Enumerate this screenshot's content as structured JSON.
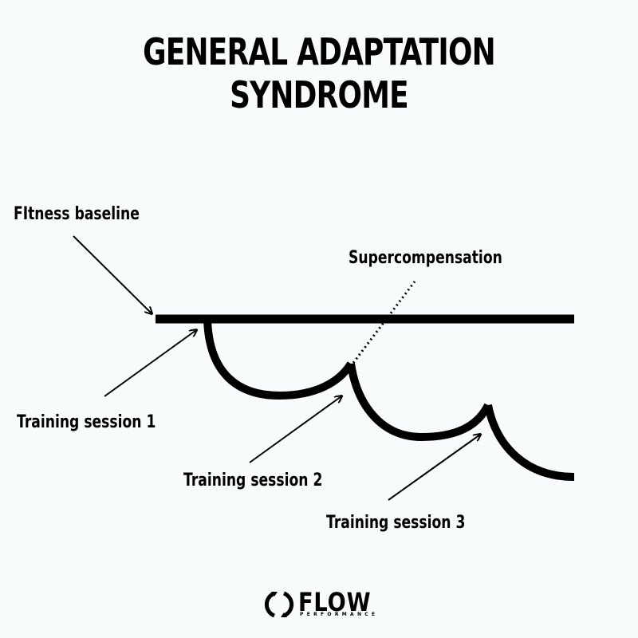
{
  "title": "GENERAL ADAPTATION SYNDROME",
  "labels": {
    "baseline": "FItness baseline",
    "supercompensation": "Supercompensation",
    "session1": "Training session 1",
    "session2": "Training session 2",
    "session3": "Training session 3"
  },
  "logo": {
    "name": "FLOW",
    "subtitle": "PERFORMANCE"
  },
  "colors": {
    "background": "#f7fbfc",
    "ink": "#000000"
  }
}
